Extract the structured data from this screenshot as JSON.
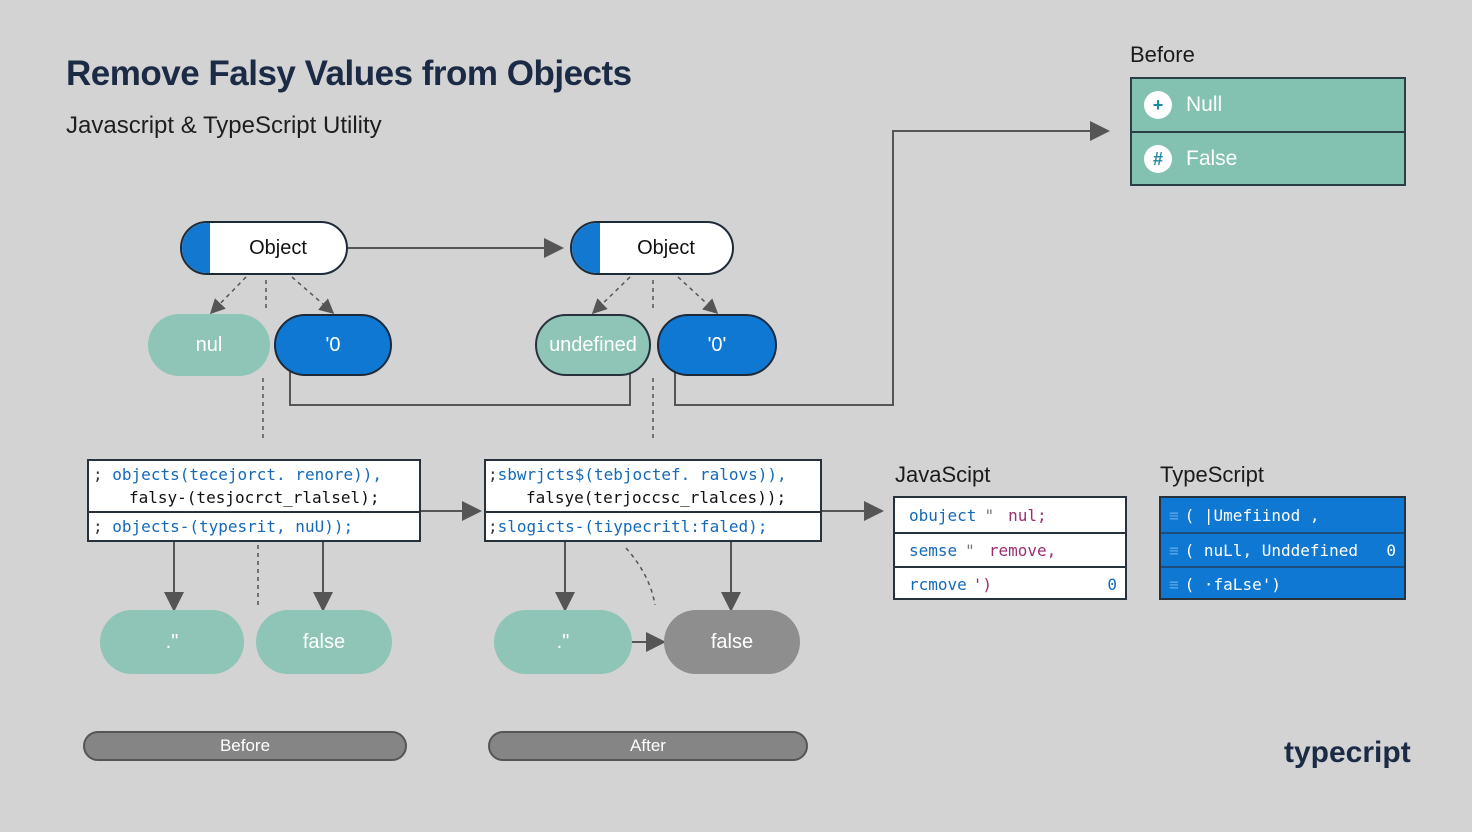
{
  "title": "Remove Falsy Values from Objects",
  "subtitle": "Javascript & TypeScript Utility",
  "left_diagram": {
    "root": "Object",
    "child_a": "nul",
    "child_b": "'0",
    "code_lines": [
      "objects(tecejorct. renore)),",
      "falsy-(tesjocrct_rlalsel);",
      "objects-(typesrit, nuU));"
    ],
    "leaf_a": ".\"",
    "leaf_b": "false",
    "bar_label": "Before"
  },
  "right_diagram": {
    "root": "Object",
    "child_a": "undefined",
    "child_b": "'0'",
    "code_lines": [
      "sbwrjcts$(tebjoctef. ralovs)),",
      "falsye(terjoccsc_rlalces));",
      "slogicts-(tiypecritl:faled);"
    ],
    "leaf_a": ".\"",
    "leaf_b": "false",
    "bar_label": "After"
  },
  "legend": {
    "title": "Before",
    "items": [
      {
        "icon": "plus-icon",
        "glyph": "+",
        "label": "Null"
      },
      {
        "icon": "hash-icon",
        "glyph": "#",
        "label": "False"
      }
    ]
  },
  "javascript_table": {
    "title": "JavaScipt",
    "rows": [
      {
        "a": "obuject",
        "b": "\"",
        "c": "nul;",
        "d": ""
      },
      {
        "a": "semse",
        "b": "\"",
        "c": "remove,",
        "d": ""
      },
      {
        "a": "rcmove",
        "b": "')",
        "c": "",
        "d": "0"
      }
    ]
  },
  "typescript_table": {
    "title": "TypeScript",
    "rows": [
      {
        "a": "( |Umefiinod ,",
        "d": ""
      },
      {
        "a": "(  nuLl, Unddefined",
        "d": "0"
      },
      {
        "a": "( ·faLse')",
        "d": ""
      }
    ]
  },
  "brand": "typecript",
  "colors": {
    "background": "#d3d3d3",
    "teal": "#8ec5b6",
    "blue": "#0f78d2",
    "grey": "#8e8e8e",
    "navy": "#1c2b45"
  }
}
